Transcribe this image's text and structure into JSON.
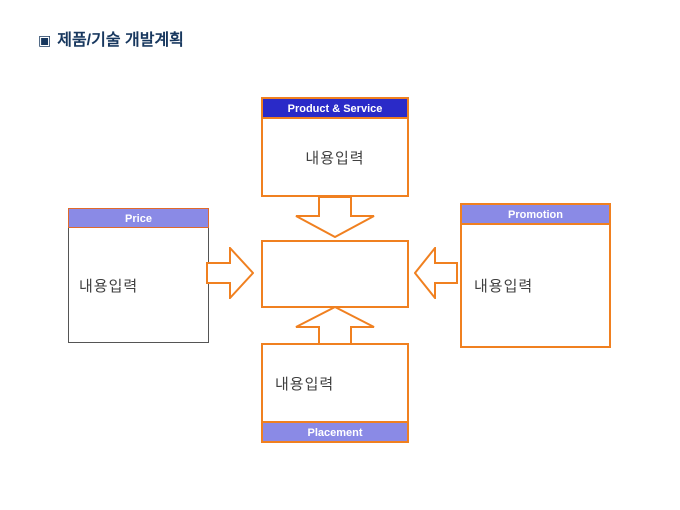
{
  "slide": {
    "bullet": "▣",
    "title": "제품/기술 개발계획"
  },
  "diagram": {
    "top": {
      "label": "Product & Service",
      "placeholder": "내용입력"
    },
    "left": {
      "label": "Price",
      "placeholder": "내용입력"
    },
    "right": {
      "label": "Promotion",
      "placeholder": "내용입력"
    },
    "bottom": {
      "label": "Placement",
      "placeholder": "내용입력"
    },
    "center": {
      "content": ""
    }
  },
  "colors": {
    "title_text": "#17375E",
    "blue_header": "#2A2AC8",
    "purple_header": "#8A8AE6",
    "orange_border": "#F08020",
    "gray_border": "#555555",
    "body_text": "#404040"
  }
}
